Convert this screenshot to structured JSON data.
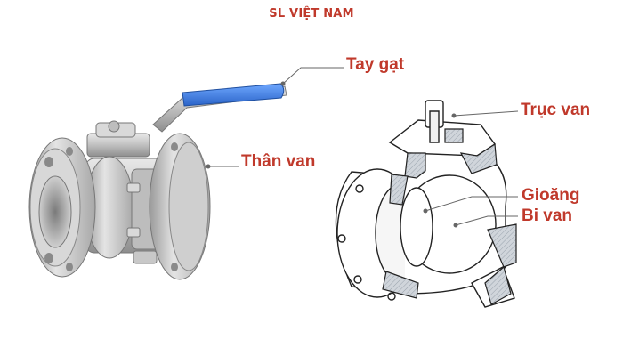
{
  "title": "SL VIỆT NAM",
  "colors": {
    "title": "#c0392b",
    "label": "#c0392b",
    "leader": "#666666",
    "handle_grip": "#3a7bd5",
    "steel": "#c9c9c9",
    "section_hatch": "#b5bcc4"
  },
  "labels": {
    "tay_gat": "Tay gạt",
    "than_van": "Thân van",
    "truc_van": "Trục van",
    "gioang": "Gioăng",
    "bi_van": "Bi van"
  },
  "icons": {
    "photo": "ball-valve-photo-icon",
    "diagram": "ball-valve-cutaway-icon"
  }
}
